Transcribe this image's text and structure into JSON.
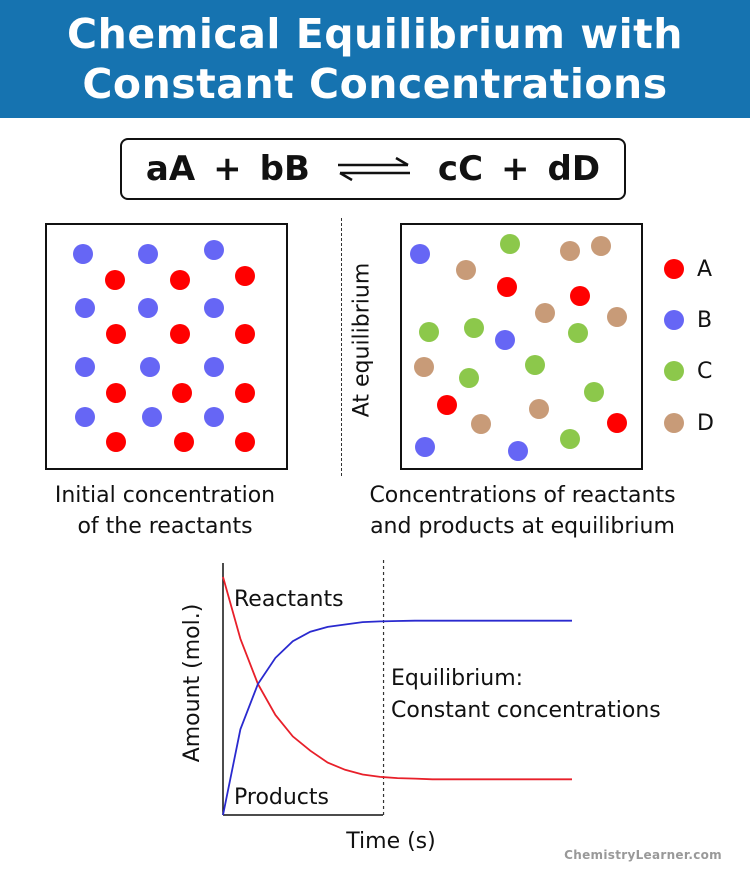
{
  "header": {
    "title_line1": "Chemical Equilibrium with",
    "title_line2": "Constant Concentrations"
  },
  "equation": {
    "term1": "aA",
    "term2": "bB",
    "term3": "cC",
    "term4": "dD",
    "plus": "+"
  },
  "colors": {
    "header_bg": "#1673b0",
    "A": "#ff0000",
    "B": "#6666f5",
    "C": "#8cc84b",
    "D": "#c89b78",
    "reactants_curve": "#e8202a",
    "products_curve": "#2a2acf"
  },
  "left_panel": {
    "caption_line1": "Initial concentration",
    "caption_line2": "of the reactants"
  },
  "right_panel": {
    "side_label": "At equilibrium",
    "caption_line1": "Concentrations of reactants",
    "caption_line2": "and products at equilibrium"
  },
  "legend": [
    {
      "label": "A",
      "color": "#ff0000"
    },
    {
      "label": "B",
      "color": "#6666f5"
    },
    {
      "label": "C",
      "color": "#8cc84b"
    },
    {
      "label": "D",
      "color": "#c89b78"
    }
  ],
  "chart_data": {
    "type": "line",
    "xlabel": "Time (s)",
    "ylabel": "Amount (mol.)",
    "series": [
      {
        "name": "Reactants",
        "x": [
          0,
          0.5,
          1,
          1.5,
          2,
          2.5,
          3,
          3.5,
          4,
          4.5,
          5,
          5.5,
          6,
          7,
          8,
          9,
          10
        ],
        "y": [
          1.0,
          0.74,
          0.55,
          0.42,
          0.33,
          0.27,
          0.22,
          0.19,
          0.17,
          0.16,
          0.155,
          0.153,
          0.15,
          0.15,
          0.15,
          0.15,
          0.15
        ]
      },
      {
        "name": "Products",
        "x": [
          0,
          0.5,
          1,
          1.5,
          2,
          2.5,
          3,
          3.5,
          4,
          4.5,
          5,
          5.5,
          6,
          7,
          8,
          9,
          10
        ],
        "y": [
          0.0,
          0.36,
          0.55,
          0.66,
          0.73,
          0.77,
          0.79,
          0.8,
          0.81,
          0.813,
          0.815,
          0.816,
          0.816,
          0.816,
          0.816,
          0.816,
          0.816
        ]
      }
    ],
    "equilibrium_x": 4.6,
    "annotation_line1": "Equilibrium:",
    "annotation_line2": "Constant concentrations",
    "xlim": [
      0,
      10
    ],
    "ylim": [
      0,
      1.05
    ]
  },
  "credit": "ChemistryLearner.com"
}
